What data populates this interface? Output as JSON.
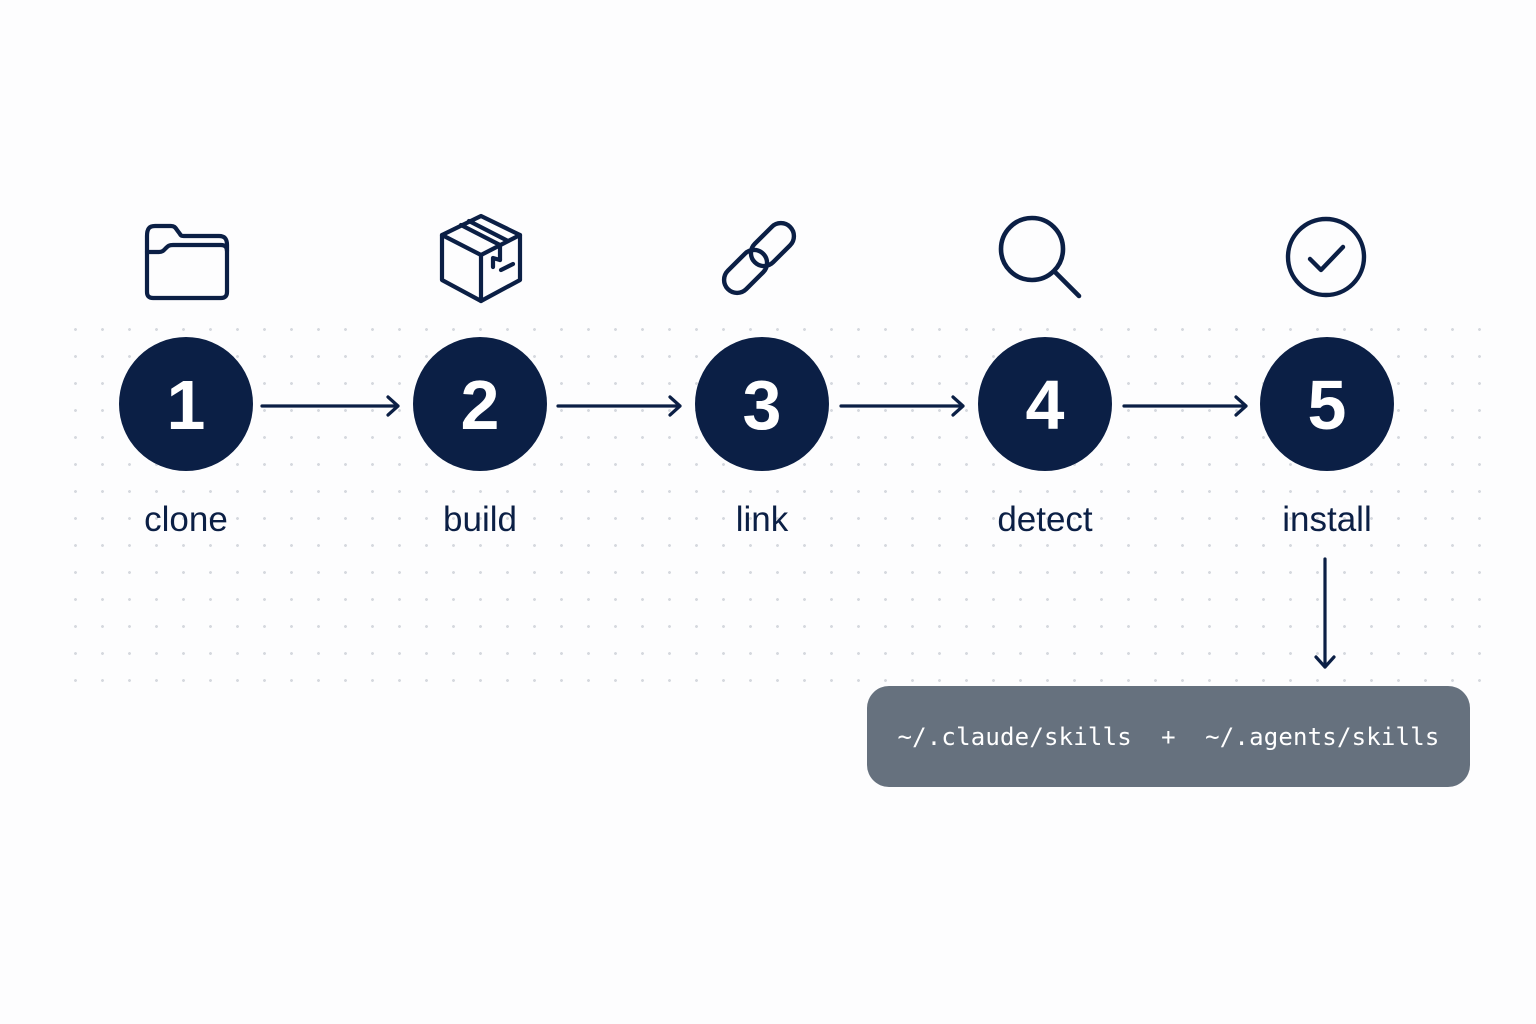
{
  "colors": {
    "node": "#0b1f45",
    "box": "#66717e",
    "background": "#fdfdfe",
    "dot_grid": "#d6d9df"
  },
  "steps": [
    {
      "number": "1",
      "label": "clone",
      "icon": "folder-icon"
    },
    {
      "number": "2",
      "label": "build",
      "icon": "package-box-icon"
    },
    {
      "number": "3",
      "label": "link",
      "icon": "chain-link-icon"
    },
    {
      "number": "4",
      "label": "detect",
      "icon": "magnifier-icon"
    },
    {
      "number": "5",
      "label": "install",
      "icon": "check-circle-icon"
    }
  ],
  "target": {
    "path_text": "~/.claude/skills  +  ~/.agents/skills"
  }
}
